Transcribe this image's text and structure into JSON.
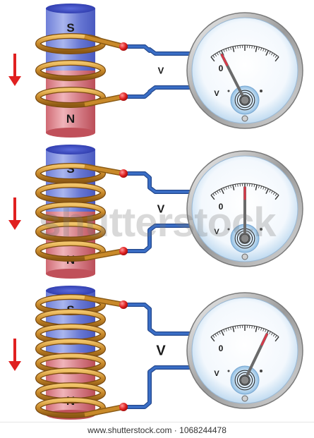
{
  "panels": [
    {
      "magnet": {
        "top_pole": "S",
        "bottom_pole": "N"
      },
      "coil_turns": 3,
      "voltage_label": "V",
      "meter": {
        "zero_label": "0",
        "unit_label": "V",
        "needle_level": 0.08
      },
      "arrow": "down"
    },
    {
      "magnet": {
        "top_pole": "S",
        "bottom_pole": "N"
      },
      "coil_turns": 5,
      "voltage_label": "V",
      "meter": {
        "zero_label": "0",
        "unit_label": "V",
        "needle_level": 0.5
      },
      "arrow": "down"
    },
    {
      "magnet": {
        "top_pole": "S",
        "bottom_pole": "N"
      },
      "coil_turns": 8,
      "voltage_label": "V",
      "meter": {
        "zero_label": "0",
        "unit_label": "V",
        "needle_level": 0.9
      },
      "arrow": "down"
    }
  ],
  "watermark": "shutterstock",
  "footer": {
    "text": "www.shutterstock.com · 1068244478"
  },
  "colors": {
    "magnet_top": "#3d4fc4",
    "magnet_bottom": "#c4404a",
    "copper": "#c98a2a",
    "terminal": "#e02020",
    "wire": "#3b6fc7",
    "arrow": "#e02020",
    "needle": "#d83a4a"
  }
}
